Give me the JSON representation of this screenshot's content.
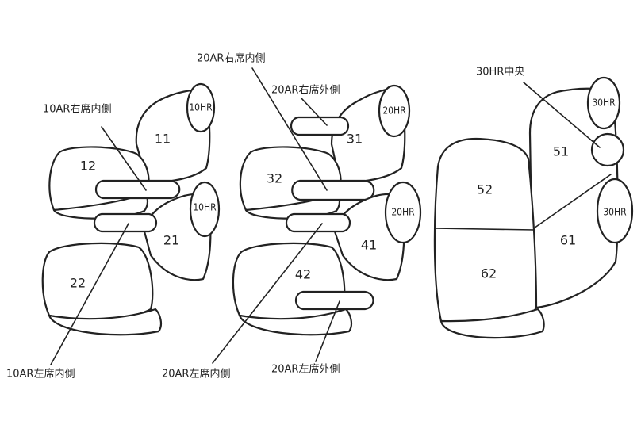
{
  "labels": {
    "ar10_right_inner": "10AR右席内側",
    "ar10_left_inner": "10AR左席内側",
    "ar20_right_inner": "20AR右席内側",
    "ar20_right_outer": "20AR右席外側",
    "ar20_left_inner": "20AR左席内側",
    "ar20_left_outer": "20AR左席外側",
    "hr30_center": "30HR中央"
  },
  "headrests": {
    "hr10_a": "10HR",
    "hr10_b": "10HR",
    "hr20_a": "20HR",
    "hr20_b": "20HR",
    "hr30_a": "30HR",
    "hr30_b": "30HR"
  },
  "parts": {
    "p11": "11",
    "p12": "12",
    "p21": "21",
    "p22": "22",
    "p31": "31",
    "p32": "32",
    "p41": "41",
    "p42": "42",
    "p51": "51",
    "p52": "52",
    "p61": "61",
    "p62": "62"
  }
}
